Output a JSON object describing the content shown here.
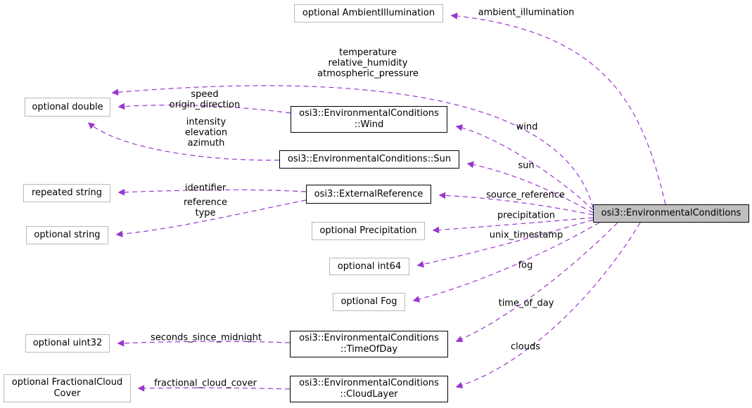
{
  "diagram": {
    "main_node": {
      "label": "osi3::EnvironmentalConditions"
    },
    "nodes": {
      "ambient_illumination": {
        "label": "optional AmbientIllumination"
      },
      "optional_double": {
        "label": "optional double"
      },
      "wind": {
        "label": "osi3::EnvironmentalConditions\n::Wind"
      },
      "sun": {
        "label": "osi3::EnvironmentalConditions::Sun"
      },
      "repeated_string": {
        "label": "repeated string"
      },
      "external_reference": {
        "label": "osi3::ExternalReference"
      },
      "optional_string": {
        "label": "optional string"
      },
      "optional_precipitation": {
        "label": "optional Precipitation"
      },
      "optional_int64": {
        "label": "optional int64"
      },
      "optional_fog": {
        "label": "optional Fog"
      },
      "optional_uint32": {
        "label": "optional uint32"
      },
      "fractional_cloud_cover": {
        "label": "optional FractionalCloud\nCover"
      },
      "time_of_day": {
        "label": "osi3::EnvironmentalConditions\n::TimeOfDay"
      },
      "cloud_layer": {
        "label": "osi3::EnvironmentalConditions\n::CloudLayer"
      }
    },
    "edge_labels": {
      "ambient_illumination": "ambient_illumination",
      "temperature_group": "temperature\nrelative_humidity\natmospheric_pressure",
      "speed_group": "speed\norigin_direction",
      "intensity_group": "intensity\nelevation\nazimuth",
      "wind": "wind",
      "sun": "sun",
      "identifier": "identifier",
      "reference_group": "reference\ntype",
      "source_reference": "source_reference",
      "precipitation": "precipitation",
      "unix_timestamp": "unix_timestamp",
      "fog": "fog",
      "time_of_day": "time_of_day",
      "clouds": "clouds",
      "seconds_since_midnight": "seconds_since_midnight",
      "fractional_cloud_cover": "fractional_cloud_cover"
    },
    "colors": {
      "edge": "#9a35cf",
      "main_node_fill": "#bfbfbf",
      "class_border": "#000000",
      "type_border": "#b9b9b9",
      "background": "#ffffff",
      "text": "#000000"
    }
  }
}
